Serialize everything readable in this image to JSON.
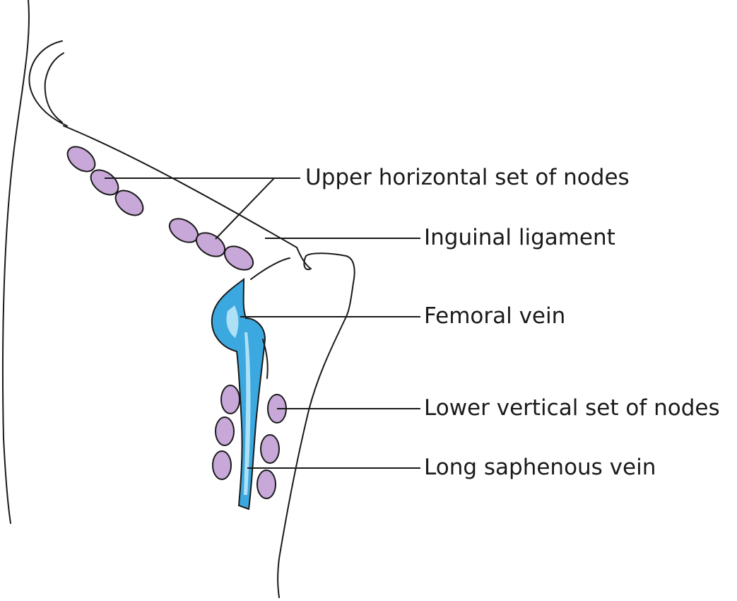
{
  "labels": {
    "upper_nodes": "Upper horizontal set of nodes",
    "inguinal_ligament": "Inguinal ligament",
    "femoral_vein": "Femoral vein",
    "lower_nodes": "Lower vertical set of nodes",
    "long_saphenous_vein": "Long saphenous vein"
  },
  "colors": {
    "node_fill": "#c7a8d8",
    "vein_fill": "#3ba8e0",
    "vein_highlight": "#aee0f6",
    "line": "#1a1a1a"
  }
}
